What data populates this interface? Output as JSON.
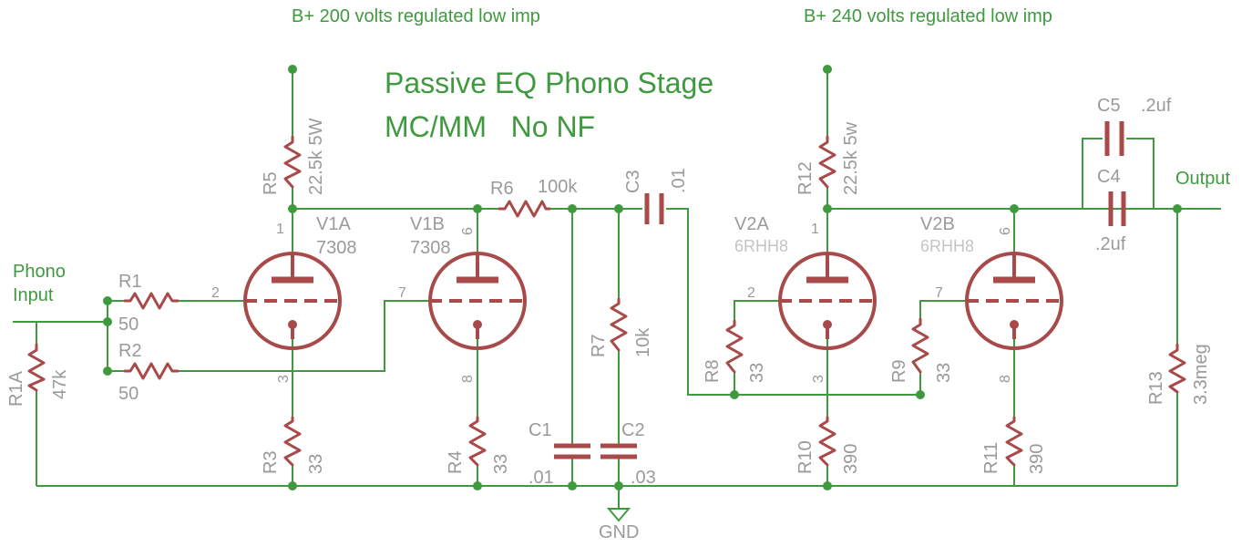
{
  "title": "Passive EQ Phono Stage",
  "subtitle": "MC/MM   No NF",
  "supply_left": "B+ 200 volts regulated low imp",
  "supply_right": "B+ 240 volts regulated low imp",
  "input_label_1": "Phono",
  "input_label_2": "Input",
  "output_label": "Output",
  "gnd_label": "GND",
  "colors": {
    "wire": "#3f9a3f",
    "part": "#a84a4a",
    "label": "#9a9a9a"
  },
  "parts": {
    "r1": {
      "ref": "R1",
      "value": "50"
    },
    "r2": {
      "ref": "R2",
      "value": "50"
    },
    "r1a": {
      "ref": "R1A",
      "value": "47k"
    },
    "r3": {
      "ref": "R3",
      "value": "33"
    },
    "r4": {
      "ref": "R4",
      "value": "33"
    },
    "r5": {
      "ref": "R5",
      "value": "22.5k 5W"
    },
    "r6": {
      "ref": "R6",
      "value": "100k"
    },
    "r7": {
      "ref": "R7",
      "value": "10k"
    },
    "r8": {
      "ref": "R8",
      "value": "33"
    },
    "r9": {
      "ref": "R9",
      "value": "33"
    },
    "r10": {
      "ref": "R10",
      "value": "390"
    },
    "r11": {
      "ref": "R11",
      "value": "390"
    },
    "r12": {
      "ref": "R12",
      "value": "22.5k 5w"
    },
    "r13": {
      "ref": "R13",
      "value": "3.3meg"
    },
    "c1": {
      "ref": "C1",
      "value": ".01"
    },
    "c2": {
      "ref": "C2",
      "value": ".03"
    },
    "c3": {
      "ref": "C3",
      "value": ".01"
    },
    "c4": {
      "ref": "C4",
      "value": ".2uf"
    },
    "c5": {
      "ref": "C5",
      "value": ".2uf"
    }
  },
  "tubes": {
    "v1a": {
      "ref": "V1A",
      "type": "7308",
      "plate_pin": "1",
      "grid_pin": "2",
      "cathode_pin": "3"
    },
    "v1b": {
      "ref": "V1B",
      "type": "7308",
      "plate_pin": "6",
      "grid_pin": "7",
      "cathode_pin": "8"
    },
    "v2a": {
      "ref": "V2A",
      "type": "6RHH8",
      "plate_pin": "1",
      "grid_pin": "2",
      "cathode_pin": "3"
    },
    "v2b": {
      "ref": "V2B",
      "type": "6RHH8",
      "plate_pin": "6",
      "grid_pin": "7",
      "cathode_pin": "8"
    }
  }
}
